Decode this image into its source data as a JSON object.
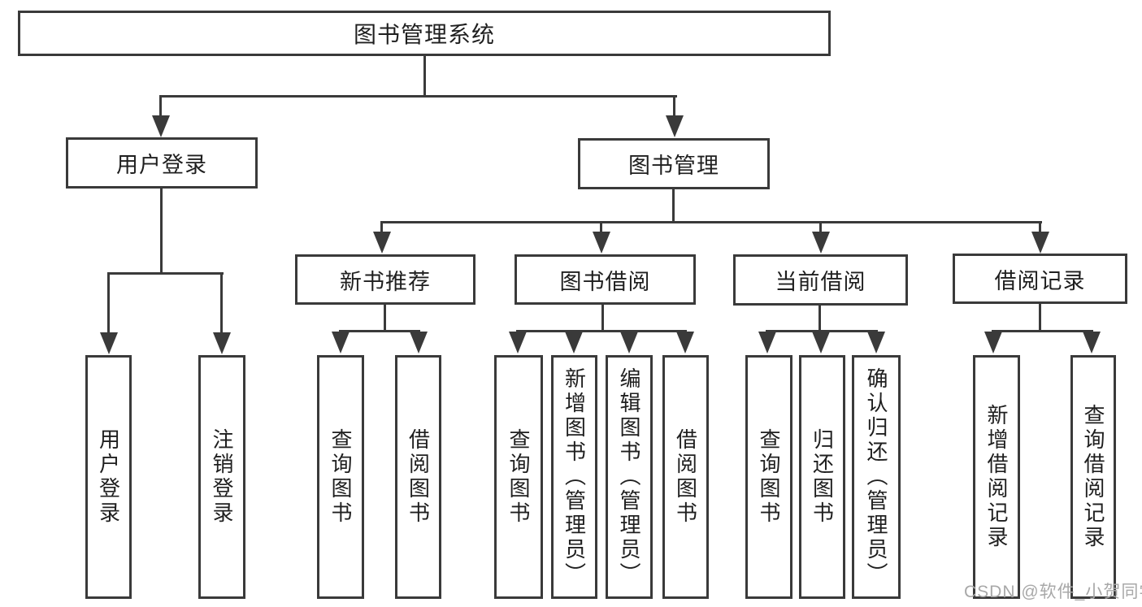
{
  "nodes": {
    "root": "图书管理系统",
    "level2": {
      "user_login": "用户登录",
      "book_management": "图书管理"
    },
    "level3": {
      "new_book_recommend": "新书推荐",
      "book_borrow": "图书借阅",
      "current_borrow": "当前借阅",
      "borrow_records": "借阅记录"
    },
    "leaves": {
      "user_login_login": "用户登录",
      "user_login_logout": "注销登录",
      "recommend_query_books": "查询图书",
      "recommend_borrow_books": "借阅图书",
      "borrow_query_books": "查询图书",
      "borrow_add_books": "新增图书（管理员）",
      "borrow_edit_books": "编辑图书（管理员）",
      "borrow_borrow_books": "借阅图书",
      "current_query_books": "查询图书",
      "current_return_books": "归还图书",
      "current_confirm_return": "确认归还（管理员）",
      "records_add_record": "新增借阅记录",
      "records_query_record": "查询借阅记录"
    }
  },
  "watermark": "CSDN @软件_小贺同学",
  "colors": {
    "line": "#3a3a3a",
    "text": "#1f1f1f",
    "watermark": "#a8a8a8",
    "background": "#ffffff"
  }
}
